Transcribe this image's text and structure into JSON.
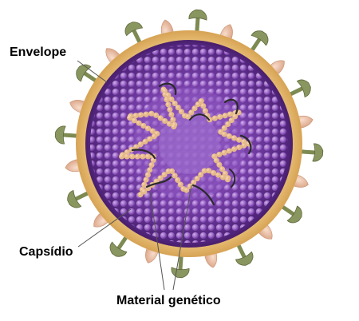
{
  "labels": {
    "envelope": "Envelope",
    "capsid": "Capsídio",
    "genetic_material": "Material genético"
  },
  "colors": {
    "envelope": "#e0b064",
    "capsid_dark": "#5a2a86",
    "capsid_light": "#b07fd9",
    "spike_green": "#7d8a52",
    "spike_pink": "#e8b99a",
    "genetic_beads": "#e6b98a",
    "genetic_strand": "#2a2a2a",
    "leader_line": "#555555"
  },
  "icons": {
    "virus": "virus-illustration"
  }
}
